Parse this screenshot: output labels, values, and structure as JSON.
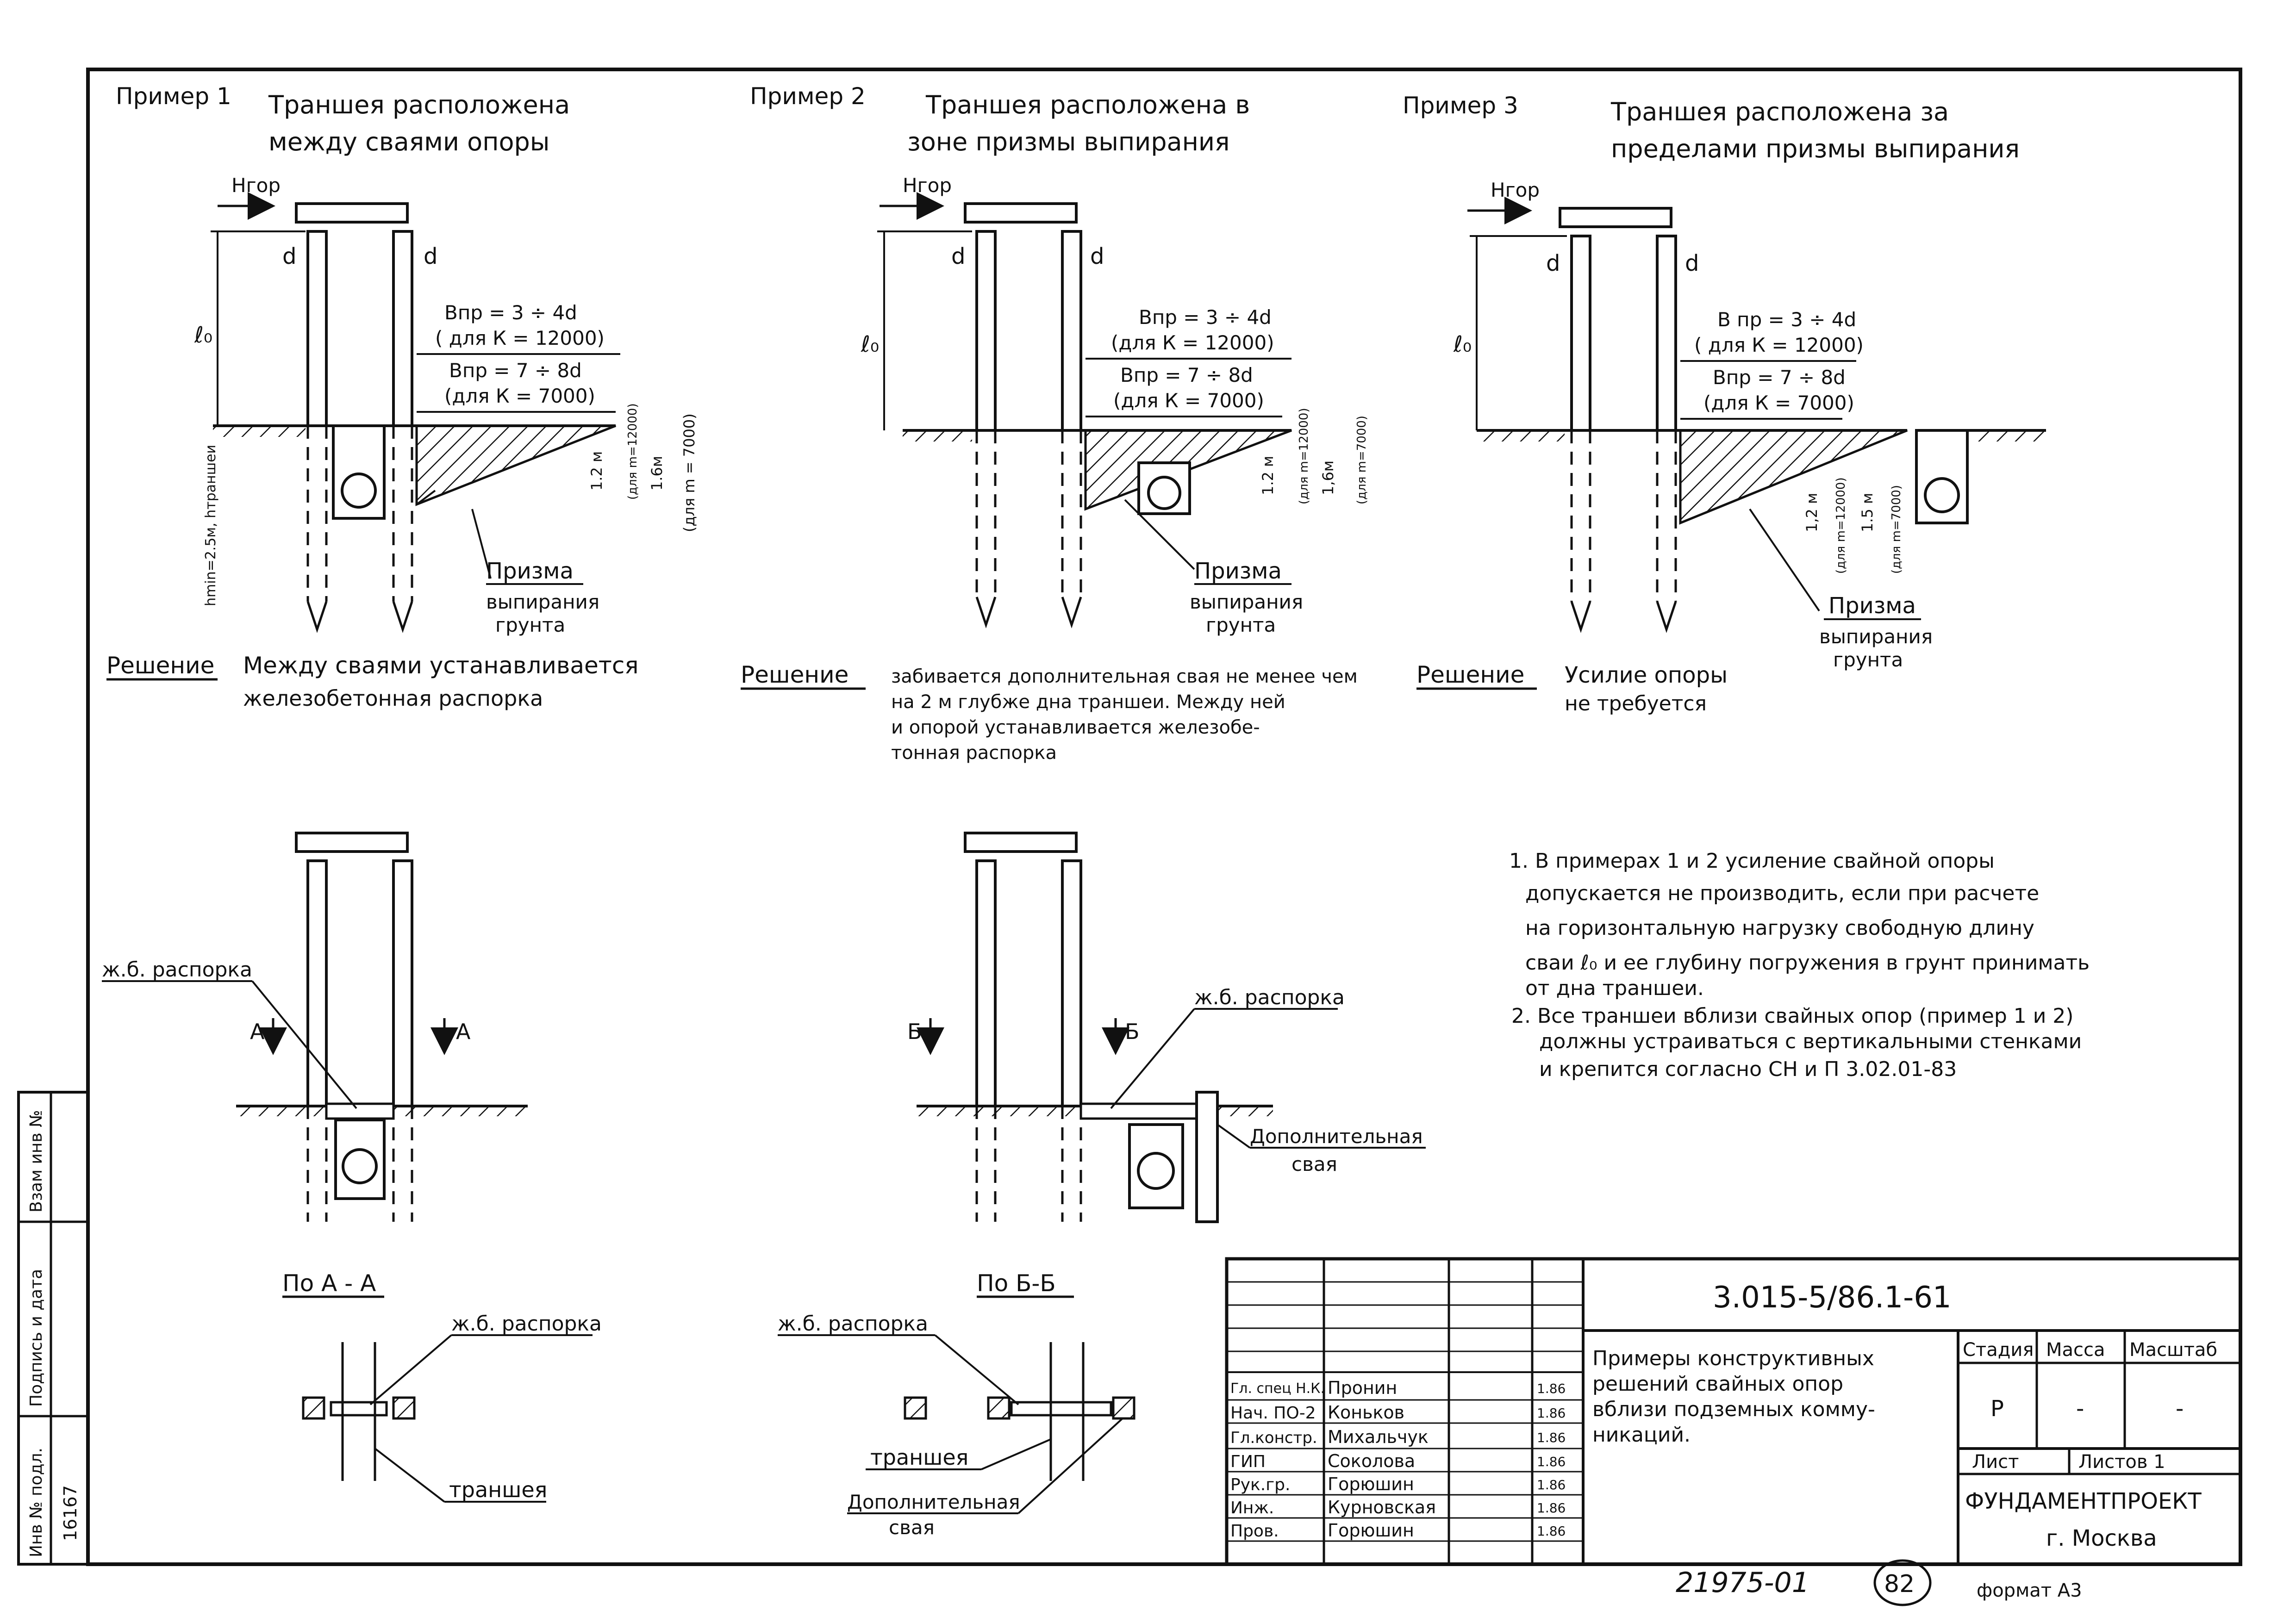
{
  "example1": {
    "label": "Пример 1",
    "title_line1": "Траншея расположена",
    "title_line2": "между сваями опоры",
    "force": "Нгор",
    "d_left": "d",
    "d_right": "d",
    "l0": "ℓ₀",
    "bpr1": "Впр = 3 ÷ 4d",
    "k1": "( для К = 12000)",
    "bpr2": "Впр = 7 ÷ 8d",
    "k2": "(для К = 7000)",
    "dim1": "1.2 м",
    "dim1_note": "(для m=12000)",
    "dim2": "1.6м",
    "dim2_note": "(для m = 7000)",
    "trench_depth": "hmin=2.5м, hтраншеи",
    "prism1": "Призма",
    "prism2": "выпирания",
    "prism3": "грунта",
    "solution_label": "Решение",
    "solution1": "Между сваями устанавливается",
    "solution2": "железобетонная распорка"
  },
  "example2": {
    "label": "Пример 2",
    "title_line1": "Траншея расположена в",
    "title_line2": "зоне призмы выпирания",
    "force": "Нгор",
    "d_left": "d",
    "d_right": "d",
    "l0": "ℓ₀",
    "bpr1": "Впр = 3 ÷ 4d",
    "k1": "(для К = 12000)",
    "bpr2": "Впр = 7 ÷ 8d",
    "k2": "(для К = 7000)",
    "dim1": "1.2 м",
    "dim1_note": "(для m=12000)",
    "dim2": "1,6м",
    "dim2_note": "(для m=7000)",
    "prism1": "Призма",
    "prism2": "выпирания",
    "prism3": "грунта",
    "solution_label": "Решение",
    "solution1": "забивается дополнительная свая не менее чем",
    "solution2": "на 2 м глубже дна траншеи. Между ней",
    "solution3": "и опорой устанавливается железобе-",
    "solution4": "тонная распорка"
  },
  "example3": {
    "label": "Пример 3",
    "title_line1": "Траншея расположена за",
    "title_line2": "пределами призмы выпирания",
    "force": "Нгор",
    "d_left": "d",
    "d_right": "d",
    "l0": "ℓ₀",
    "bpr1": "В пр = 3 ÷ 4d",
    "k1": "( для К = 12000)",
    "bpr2": "Впр = 7 ÷ 8d",
    "k2": "(для К = 7000)",
    "dim1": "1,2 м",
    "dim1_note": "(для m=12000)",
    "dim2": "1.5 м",
    "dim2_note": "(для m=7000)",
    "prism1": "Призма",
    "prism2": "выпирания",
    "prism3": "грунта",
    "solution_label": "Решение",
    "solution1": "Усилие опоры",
    "solution2": "не требуется"
  },
  "detail_a": {
    "strut": "ж.б. распорка",
    "cut_left": "А",
    "cut_right": "А",
    "section_title": "По А - А",
    "section_strut": "ж.б. распорка",
    "section_trench": "траншея"
  },
  "detail_b": {
    "strut": "ж.б. распорка",
    "cut_left": "Б",
    "cut_right": "Б",
    "extra_pile1": "Дополнительная",
    "extra_pile2": "свая",
    "section_title": "По Б-Б",
    "section_strut": "ж.б. распорка",
    "section_trench": "траншея",
    "section_pile1": "Дополнительная",
    "section_pile2": "свая"
  },
  "notes": {
    "n1_l1": "1.  В примерах 1 и 2 усиление свайной опоры",
    "n1_l2": "допускается не производить, если при расчете",
    "n1_l3": "на горизонтальную нагрузку свободную длину",
    "n1_l4": "сваи ℓ₀ и ее глубину погружения в грунт принимать",
    "n1_l5": "от дна траншеи.",
    "n2_l1": "2.  Все траншеи вблизи свайных опор (пример 1 и 2)",
    "n2_l2": "должны устраиваться с вертикальными стенками",
    "n2_l3": "и крепится согласно  СН и П 3.02.01-83"
  },
  "side_stamp": {
    "c1": "Инв № подл.",
    "c2": "Подпись и дата",
    "c3": "Взам инв №",
    "inv_value": "16167"
  },
  "title_block": {
    "designation": "3.015-5/86.1-61",
    "title_l1": "Примеры конструктивных",
    "title_l2": "решений свайных опор",
    "title_l3": "вблизи подземных комму-",
    "title_l4": "никаций.",
    "col_stage": "Стадия",
    "col_mass": "Масса",
    "col_scale": "Масштаб",
    "stage_value": "Р",
    "mass_value": "-",
    "scale_value": "-",
    "sheet_label": "Лист",
    "sheets_label": "Листов 1",
    "org1": "ФУНДАМЕНТПРОЕКТ",
    "org2": "г. Москва",
    "roles": [
      {
        "role": "Гл. спец Н.К.",
        "name": "Пронин",
        "date": "1.86"
      },
      {
        "role": "Нач. ПО-2",
        "name": "Коньков",
        "date": "1.86"
      },
      {
        "role": "Гл.констр.",
        "name": "Михальчук",
        "date": "1.86"
      },
      {
        "role": "ГИП",
        "name": "Соколова",
        "date": "1.86"
      },
      {
        "role": "Рук.гр.",
        "name": "Горюшин",
        "date": "1.86"
      },
      {
        "role": "Инж.",
        "name": "Курновская",
        "date": "1.86"
      },
      {
        "role": "Пров.",
        "name": "Горюшин",
        "date": "1.86"
      }
    ]
  },
  "footer": {
    "code": "21975-01",
    "page": "82",
    "format": "формат А3"
  }
}
